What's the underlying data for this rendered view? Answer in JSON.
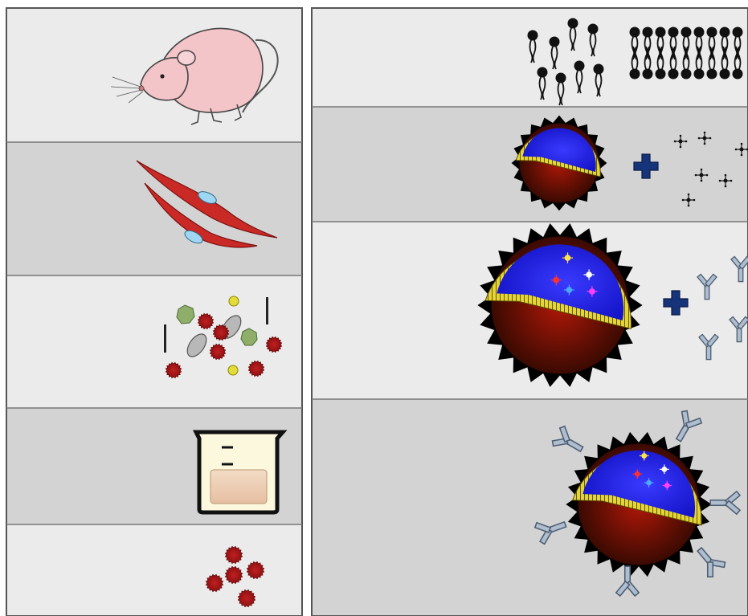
{
  "colors": {
    "panel_light": "#ebebeb",
    "panel_dark": "#d3d3d3",
    "frame": "#555555",
    "separator": "#777777",
    "rbc": "#8b0f12",
    "cell": "#c92a25",
    "nucleus": "#9fd6f2",
    "shell_inner": "#b01808",
    "shell_outer": "#3a0a02",
    "core_blue": "#1414c8",
    "lipid_band": "#e3d43a",
    "plus": "#16347a",
    "antibody": "#aebecf",
    "beaker_liquid": "#e6bfa2",
    "beaker_fill": "#fbf8de"
  },
  "left_panels": [
    {
      "id": "mouse",
      "icon": "mouse-icon"
    },
    {
      "id": "cells",
      "icon": "cell-icon"
    },
    {
      "id": "blood-mix",
      "icon": "blood-components-icon"
    },
    {
      "id": "beaker",
      "icon": "beaker-icon"
    },
    {
      "id": "rbcs",
      "icon": "red-blood-cell-icon"
    }
  ],
  "right_panels": [
    {
      "id": "lipids",
      "icon": "phospholipid-icon"
    },
    {
      "id": "coating",
      "icon": "nanoparticle-icon"
    },
    {
      "id": "loading",
      "icon": "loaded-nanoparticle-icon"
    },
    {
      "id": "targeted",
      "icon": "antibody-nanoparticle-icon"
    }
  ]
}
